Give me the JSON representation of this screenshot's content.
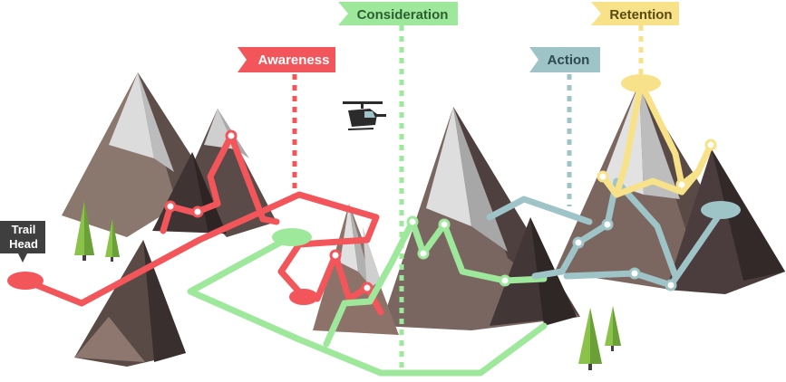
{
  "trail_head": {
    "line1": "Trail",
    "line2": "Head"
  },
  "stages": {
    "awareness": {
      "label": "Awareness",
      "color": "#f2555a"
    },
    "consideration": {
      "label": "Consideration",
      "color": "#9ee89c"
    },
    "action": {
      "label": "Action",
      "color": "#9fc4c8"
    },
    "retention": {
      "label": "Retention",
      "color": "#f7e28a"
    }
  },
  "colors": {
    "awareness_flag_bg": "#f2555a",
    "awareness_flag_text": "#ffffff",
    "consideration_flag_text": "#2f5d33",
    "action_flag_text": "#2c4a4f",
    "retention_flag_text": "#5a4a12",
    "trail_head_bg": "#3f3f3f",
    "mountain_dark": "#4a3d3d",
    "mountain_mid": "#6b5a55",
    "mountain_light": "#9a8478",
    "snow": "#dcdcdc",
    "tree": "#8bc34a"
  },
  "icons": [
    "helicopter-icon"
  ]
}
